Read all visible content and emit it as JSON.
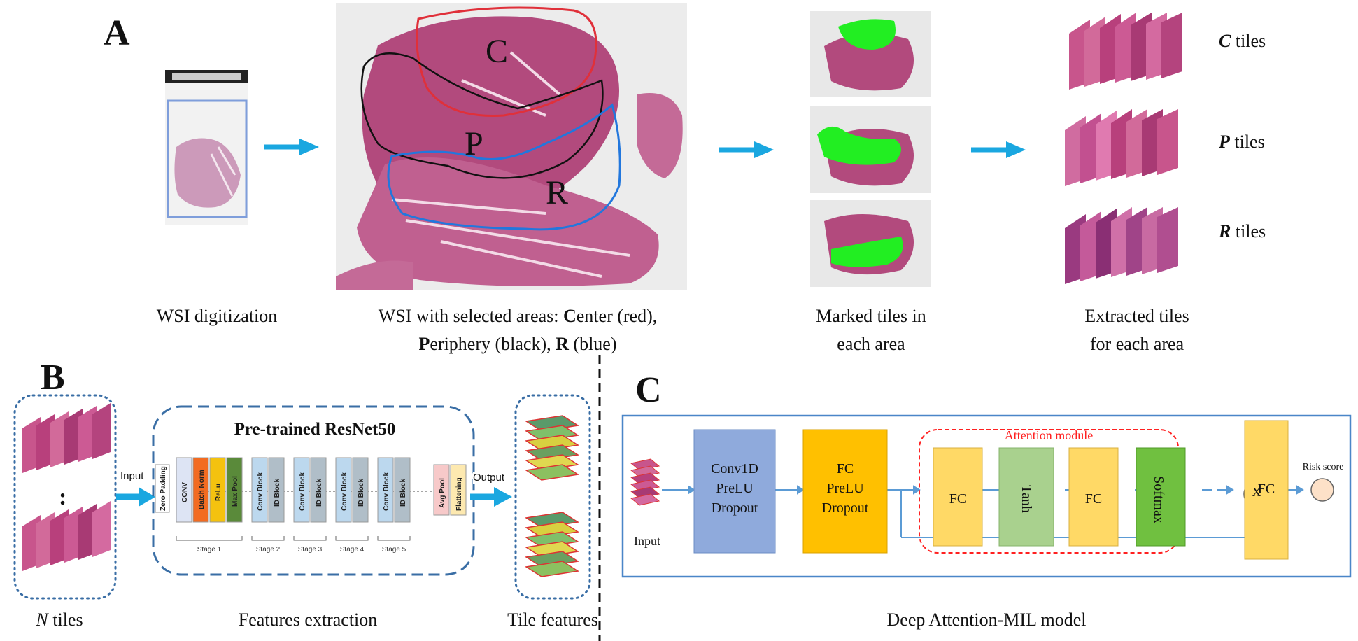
{
  "panel_a": {
    "letter": "A",
    "region_letters": {
      "c": "C",
      "p": "P",
      "r": "R"
    },
    "captions": {
      "wsi_digitization": "WSI digitization",
      "selected_line1_bold": "C",
      "selected_line1_pre": "WSI with selected areas: ",
      "selected_line1_post": "enter (red),",
      "selected_line2_bold1": "P",
      "selected_line2_mid": "eriphery (black), ",
      "selected_line2_bold2": "R",
      "selected_line2_post": " (blue)",
      "marked_line1": "Marked tiles in",
      "marked_line2": "each area",
      "extracted_line1": "Extracted tiles",
      "extracted_line2": "for each area"
    },
    "tile_labels": [
      {
        "letter": "C",
        "suffix": " tiles"
      },
      {
        "letter": "P",
        "suffix": " tiles"
      },
      {
        "letter": "R",
        "suffix": " tiles"
      }
    ]
  },
  "panel_b": {
    "letter": "B",
    "title": "Pre-trained ResNet50",
    "input_label": "Input",
    "output_label": "Output",
    "ellipsis": ":",
    "blocks": {
      "zero_padding": "Zero Padding",
      "conv": "CONV",
      "batch_norm": "Batch Norm",
      "relu": "ReLu",
      "max_pool": "Max Pool",
      "conv_block": "Conv Block",
      "id_block": "ID Block",
      "avg_pool": "Avg Pool",
      "flattening": "Flattening"
    },
    "stages": [
      "Stage 1",
      "Stage 2",
      "Stage 3",
      "Stage 4",
      "Stage 5"
    ],
    "captions": {
      "tiles_italic": "N",
      "tiles_rest": " tiles",
      "features": "Features extraction",
      "tile_features": "Tile features"
    }
  },
  "panel_c": {
    "letter": "C",
    "input_label": "Input",
    "conv1d_lines": [
      "Conv1D",
      "PreLU",
      "Dropout"
    ],
    "fc_lines": [
      "FC",
      "PreLU",
      "Dropout"
    ],
    "attention_title": "Attention module",
    "att_fc1": "FC",
    "att_tanh": "Tanh",
    "att_fc2": "FC",
    "att_softmax": "Softmax",
    "multiply": "X",
    "final_fc": "FC",
    "risk_score": "Risk score",
    "caption": "Deep Attention-MIL model"
  },
  "colors": {
    "arrow": "#1aa7e0",
    "red_outline": "#e0303a",
    "blue_outline": "#2277dd",
    "tissue": "#b0457a",
    "green_mark": "#22ee22",
    "conv1d_fill": "#8faadc",
    "fc_fill": "#ffc000",
    "att_fc_fill": "#ffd966",
    "tanh_fill": "#a9d18e",
    "softmax_fill": "#70c040",
    "panel_c_border": "#4a86c8"
  }
}
